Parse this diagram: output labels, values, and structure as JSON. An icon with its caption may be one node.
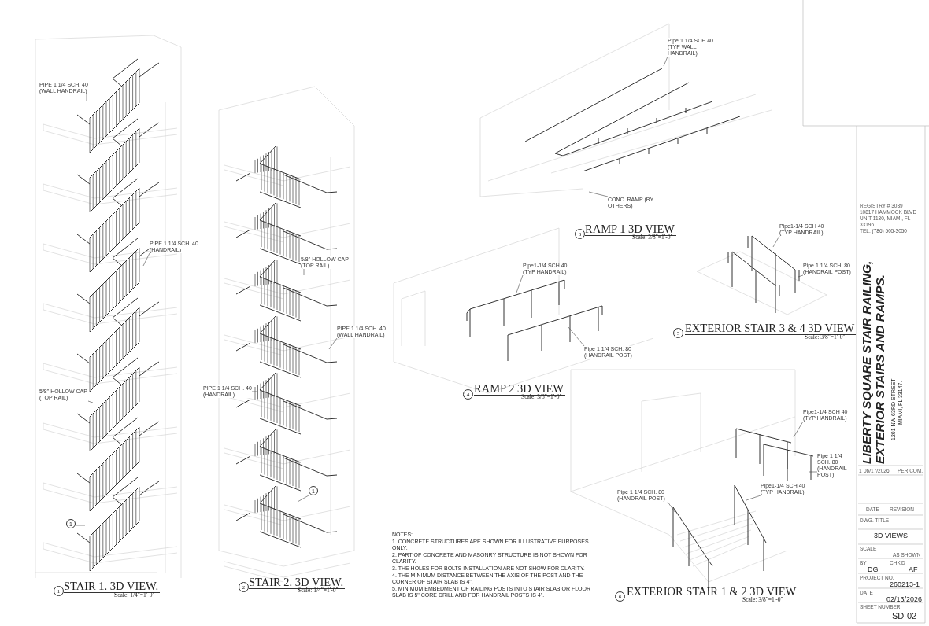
{
  "diagram": {
    "title": "LIBERTY SQUARE STAIR RAILING, EXTERIOR STAIRS AND RAMPS.",
    "nodes": [
      {
        "text": [
          "PIPE 1 1/4 SCH. 40 (WALL HANDRAIL)"
        ]
      },
      {
        "text": [
          "PIPE 1 1/4 SCH. 40 (HANDRAIL)"
        ]
      },
      {
        "text": [
          "5/8\" HOLLOW CAP (TOP RAIL)"
        ]
      },
      {
        "text": [
          "1"
        ]
      },
      {
        "text": [
          "5/8\" HOLLOW CAP (TOP RAIL)"
        ]
      },
      {
        "text": [
          "PIPE 1 1/4 SCH. 40 (WALL HANDRAIL)"
        ]
      },
      {
        "text": [
          "PIPE 1 1/4 SCH. 40 (HANDRAIL)"
        ]
      },
      {
        "text": [
          "1"
        ]
      },
      {
        "text": [
          "Pipe 1 1/4 SCH 40 (TYP WALL HANDRAIL)"
        ]
      },
      {
        "text": [
          "CONC. RAMP (BY OTHERS)"
        ]
      },
      {
        "text": [
          "Pipe1-1/4 SCH 40 (TYP HANDRAIL)"
        ]
      },
      {
        "text": [
          "Pipe 1 1/4 SCH. 80 (HANDRAIL POST)"
        ]
      },
      {
        "text": [
          "Pipe1-1/4 SCH 40 (TYP HANDRAIL)"
        ]
      },
      {
        "text": [
          "Pipe 1 1/4 SCH. 80 (HANDRAIL POST)"
        ]
      },
      {
        "text": [
          "Pipe1-1/4 SCH 40 (TYP HANDRAIL)"
        ]
      },
      {
        "text": [
          "Pipe 1 1/4 SCH. 80 (HANDRAIL POST)"
        ]
      },
      {
        "text": [
          "Pipe 1 1/4 SCH. 80 (HANDRAIL POST)"
        ]
      },
      {
        "text": [
          "Pipe1-1/4 SCH 40 (TYP HANDRAIL)"
        ]
      }
    ],
    "edges": [
      {
        "from": 0,
        "to": null,
        "arrow": "none"
      },
      {
        "from": 1,
        "to": null,
        "arrow": "none"
      },
      {
        "from": 2,
        "to": null,
        "arrow": "none"
      },
      {
        "from": 3,
        "to": null,
        "arrow": "none"
      },
      {
        "from": 4,
        "to": null,
        "arrow": "none"
      },
      {
        "from": 5,
        "to": null,
        "arrow": "none"
      },
      {
        "from": 6,
        "to": null,
        "arrow": "none"
      },
      {
        "from": 7,
        "to": null,
        "arrow": "none"
      },
      {
        "from": 8,
        "to": null,
        "arrow": "none"
      },
      {
        "from": 9,
        "to": null,
        "arrow": "none"
      },
      {
        "from": 10,
        "to": null,
        "arrow": "none"
      },
      {
        "from": 11,
        "to": null,
        "arrow": "none"
      },
      {
        "from": 12,
        "to": null,
        "arrow": "none"
      },
      {
        "from": 13,
        "to": null,
        "arrow": "none"
      },
      {
        "from": 14,
        "to": null,
        "arrow": "none"
      },
      {
        "from": 15,
        "to": null,
        "arrow": "none"
      },
      {
        "from": 16,
        "to": null,
        "arrow": "none"
      },
      {
        "from": 17,
        "to": null,
        "arrow": "none"
      }
    ],
    "labels": [
      "1",
      "STAIR 1. 3D VIEW.",
      "Scale: 1/4\"=1'-0\"",
      "2",
      "STAIR 2. 3D VIEW.",
      "Scale: 1/4\"=1'-0\"",
      "3",
      "RAMP 1 3D VIEW",
      "Scale: 3/8\"=1'-0\"",
      "4",
      "RAMP 2 3D VIEW",
      "Scale: 3/8\"=1'-0\"",
      "5",
      "EXTERIOR STAIR 3 & 4 3D VIEW",
      "Scale: 3/8\"=1'-0\"",
      "6",
      "EXTERIOR STAIR 1 & 2 3D VIEW",
      "Scale: 3/8\"=1'-0\"",
      "NOTES:",
      "1. CONCRETE STRUCTURES ARE SHOWN FOR ILLUSTRATIVE PURPOSES ONLY.",
      "2. PART OF CONCRETE AND MASONRY STRUCTURE IS NOT SHOWN FOR CLARITY.",
      "3. THE HOLES FOR BOLTS INSTALLATION ARE NOT SHOW FOR CLARITY.",
      "4. THE MINIMUM DISTANCE BETWEEN THE AXIS OF THE POST AND THE CORNER OF STAIR SLAB IS 4\".",
      "5. MINIMUM EMBEDMENT OF RAILING POSTS INTO STAIR SLAB OR FLOOR SLAB IS 5\" CORE DRILL AND FOR HANDRAIL POSTS IS 4\".",
      "REGISTRY # 3039",
      "10817 HAMMOCK BLVD",
      "UNIT 1130, MIAMI, FL 33196",
      "TEL. (786) 505-3050",
      "1201 NW 63RD STREET",
      "MIAMI, FL 33147.",
      "1",
      "06/17/2026",
      "PER COM.",
      "DATE",
      "REVISION",
      "DWG. TITLE",
      "3D VIEWS",
      "SCALE",
      "AS SHOWN",
      "BY",
      "CHK'D",
      "DG",
      "AF",
      "PROJECT NO.",
      "260213-1",
      "DATE",
      "02/13/2026",
      "SHEET NUMBER",
      "SD-02"
    ]
  }
}
